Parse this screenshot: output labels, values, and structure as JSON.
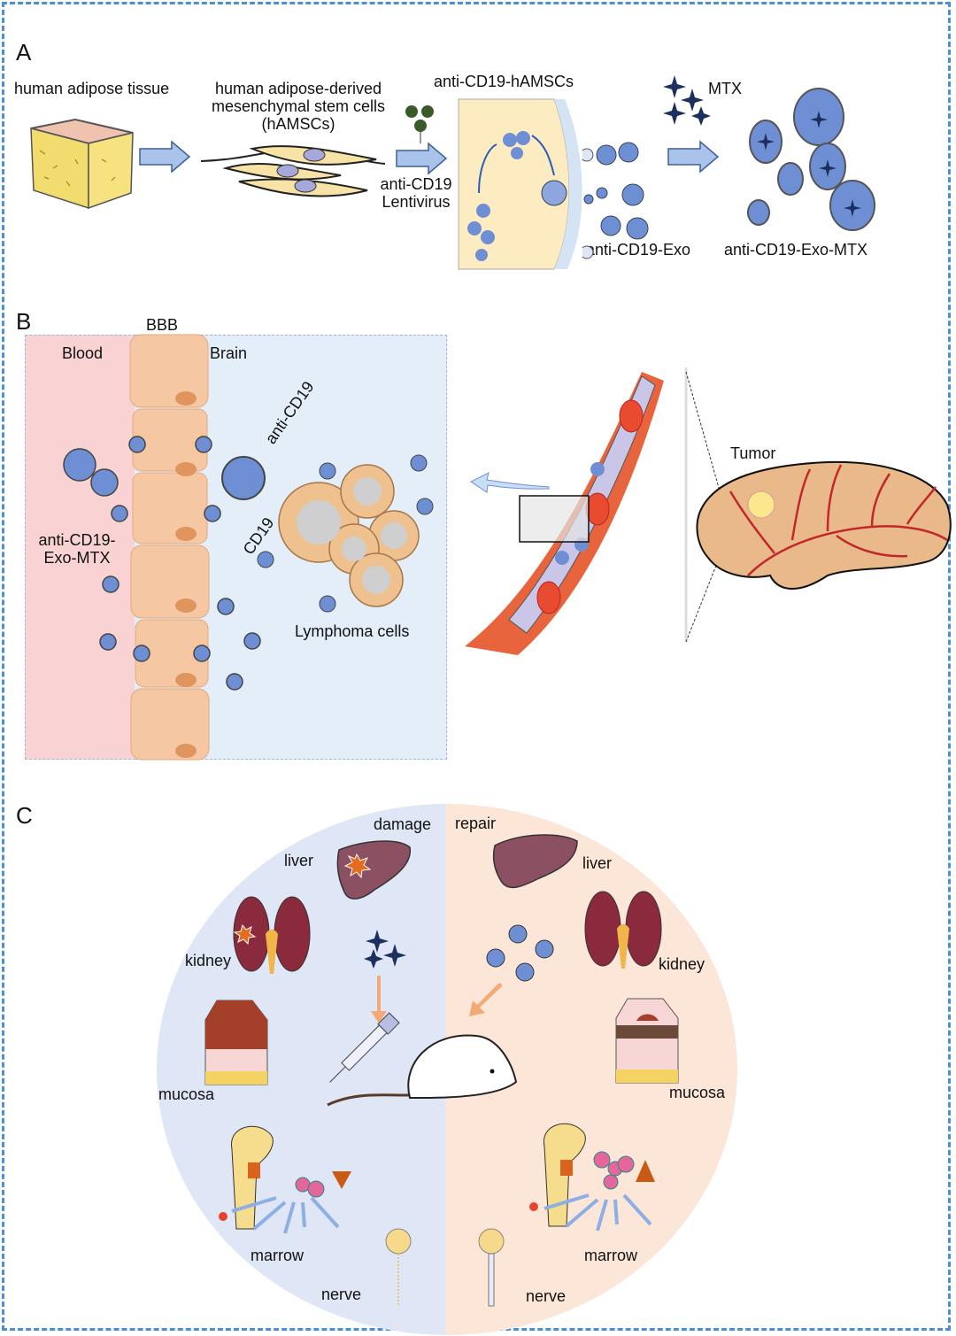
{
  "figure": {
    "panels": {
      "A": {
        "letter": "A",
        "labels": {
          "adipose_tissue": "human adipose tissue",
          "hamsc_line1": "human adipose-derived",
          "hamsc_line2": "mesenchymal stem cells",
          "hamsc_line3": "(hAMSCs)",
          "lentivirus_line1": "anti-CD19",
          "lentivirus_line2": "Lentivirus",
          "anti_cd19_hamscs": "anti-CD19-hAMSCs",
          "mtx": "MTX",
          "anti_cd19_exo": "anti-CD19-Exo",
          "anti_cd19_exo_mtx": "anti-CD19-Exo-MTX"
        }
      },
      "B": {
        "letter": "B",
        "labels": {
          "bbb": "BBB",
          "blood": "Blood",
          "brain": "Brain",
          "exo_mtx_line1": "anti-CD19-",
          "exo_mtx_line2": "Exo-MTX",
          "anti_cd19": "anti-CD19",
          "cd19": "CD19",
          "lymphoma": "Lymphoma cells",
          "tumor": "Tumor"
        }
      },
      "C": {
        "letter": "C",
        "left": {
          "title": "damage",
          "liver": "liver",
          "kidney": "kidney",
          "mucosa": "mucosa",
          "marrow": "marrow",
          "nerve": "nerve",
          "trend": "down"
        },
        "right": {
          "title": "repair",
          "liver": "liver",
          "kidney": "kidney",
          "mucosa": "mucosa",
          "marrow": "marrow",
          "nerve": "nerve",
          "trend": "up"
        }
      }
    },
    "colors": {
      "frame": "#4a8fd8",
      "arrow_fill": "#a9c3ea",
      "exo_blue": "#6f8fd4",
      "blood_pink": "#f9d3d3",
      "brain_blue": "#e3eef8",
      "bbb_peach": "#f6c7a3",
      "damage_bg": "#dfe6f5",
      "repair_bg": "#fbe6d8",
      "vessel_red": "#c0282a",
      "brain_tan": "#e9b98a",
      "organ_maroon": "#8a2a3c",
      "orange_marker": "#c85a14"
    }
  }
}
